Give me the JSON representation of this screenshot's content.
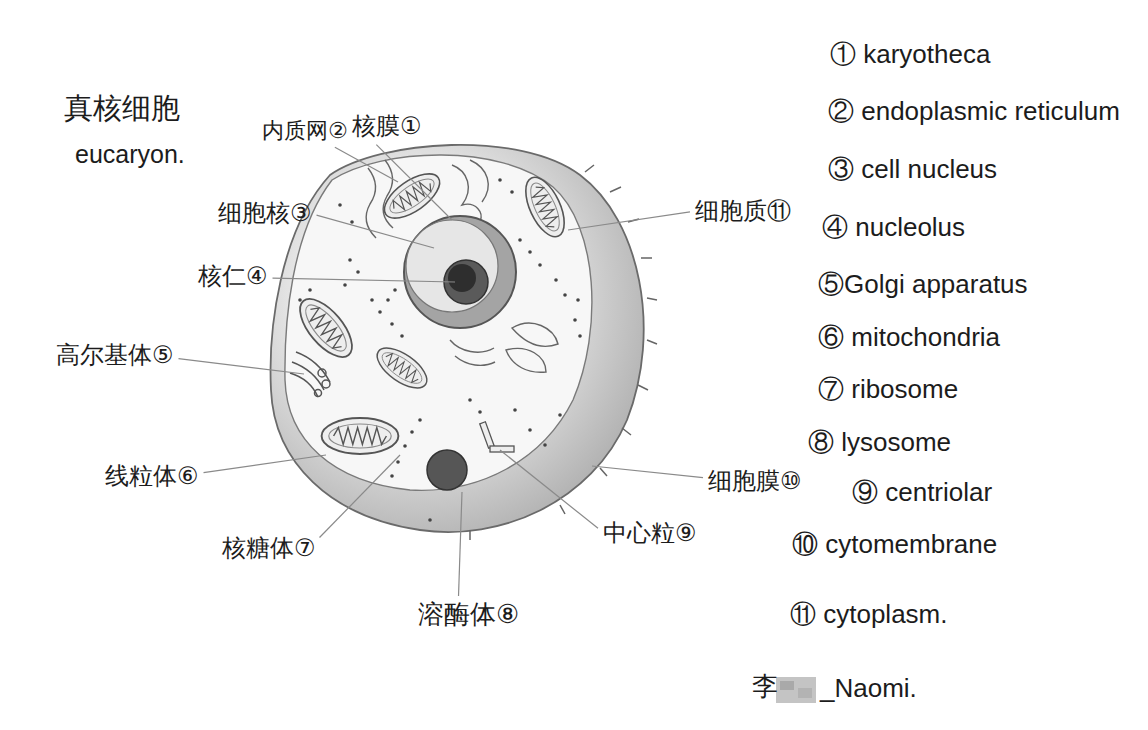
{
  "diagram": {
    "title": "真核细胞",
    "labels": [
      "eucaryon.",
      "内质网②",
      "核膜①",
      "细胞核③",
      "核仁④",
      "高尔基体⑤",
      "线粒体⑥",
      "核糖体⑦",
      "溶酶体⑧",
      "中心粒⑨",
      "细胞膜⑩",
      "细胞质⑪",
      "① karyotheca",
      "② endoplasmic reticulum",
      "③ cell nucleus",
      "④ nucleolus",
      "⑤Golgi apparatus",
      "⑥ mitochondria",
      "⑦ ribosome",
      "⑧ lysosome",
      "⑨ centriolar",
      "⑩ cytomembrane",
      "⑪ cytoplasm.",
      "李",
      "_Naomi."
    ]
  }
}
